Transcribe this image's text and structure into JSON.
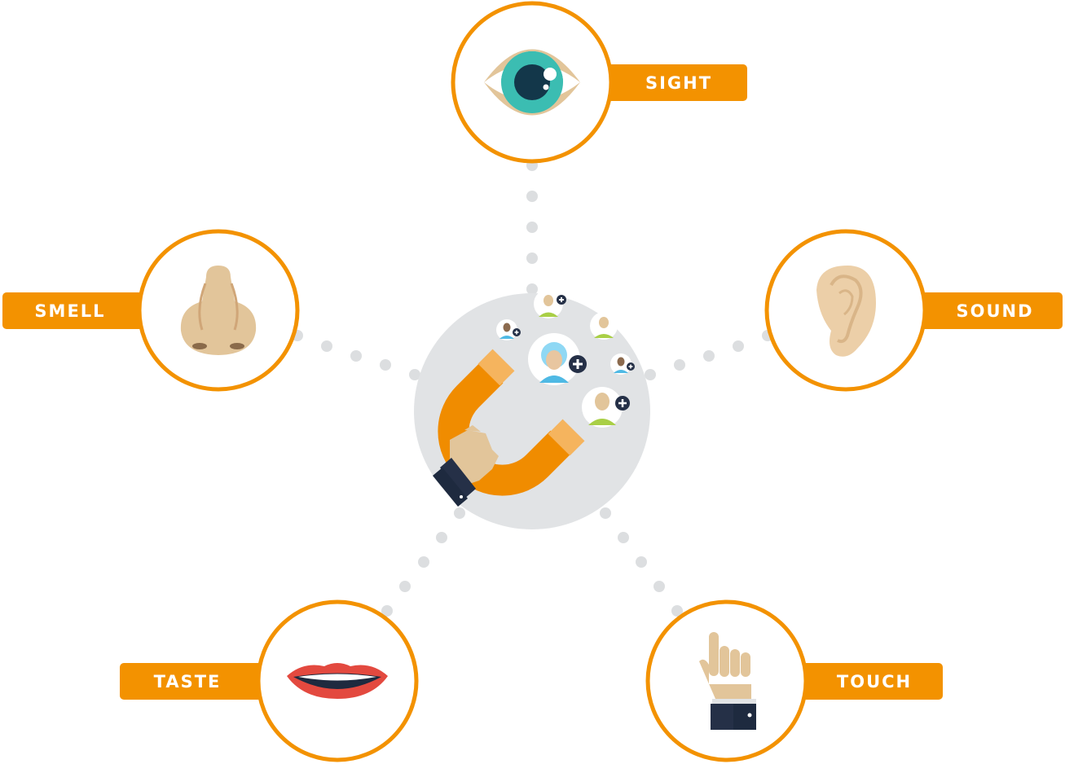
{
  "colors": {
    "accent": "#F39200",
    "dots": "#DCDEE0",
    "hub": "#E1E3E5",
    "ring": "#F39200"
  },
  "center": {
    "icon": "magnet-hand-attracting-people-icon"
  },
  "senses": [
    {
      "id": "sight",
      "label": "SIGHT",
      "icon": "eye-icon"
    },
    {
      "id": "smell",
      "label": "SMELL",
      "icon": "nose-icon"
    },
    {
      "id": "sound",
      "label": "SOUND",
      "icon": "ear-icon"
    },
    {
      "id": "taste",
      "label": "TASTE",
      "icon": "lips-icon"
    },
    {
      "id": "touch",
      "label": "TOUCH",
      "icon": "pointing-hand-icon"
    }
  ]
}
